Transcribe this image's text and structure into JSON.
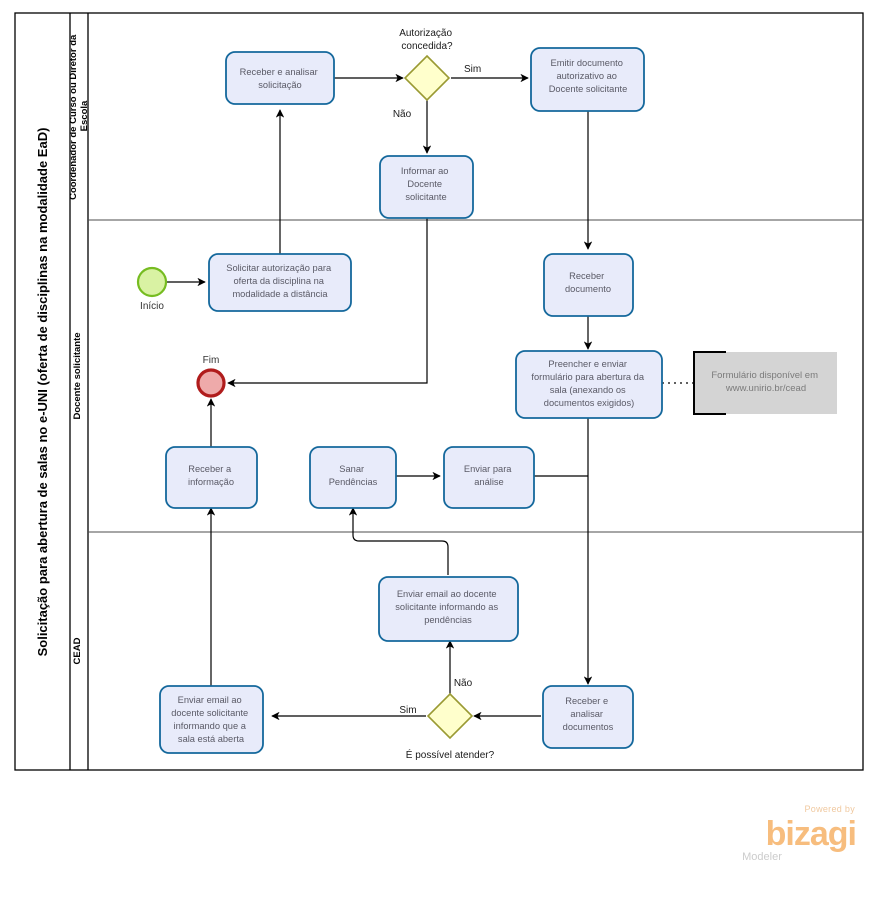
{
  "pool": {
    "title": "Solicitação para abertura de salas no e-UNI (oferta de disciplinas na modalidade EaD)",
    "lanes": [
      {
        "id": "coordenador",
        "label": "Coordenador de Curso ou Diretor da Escola"
      },
      {
        "id": "docente",
        "label": "Docente  solicitante"
      },
      {
        "id": "cead",
        "label": "CEAD"
      }
    ]
  },
  "events": [
    {
      "id": "start",
      "type": "start",
      "label": "Início"
    },
    {
      "id": "end",
      "type": "end",
      "label": "Fim"
    }
  ],
  "tasks": [
    {
      "id": "t-receber-analisar-solicitacao",
      "lane": "coordenador",
      "lines": [
        "Receber  e analisar",
        "solicitação"
      ]
    },
    {
      "id": "t-emitir-documento",
      "lane": "coordenador",
      "lines": [
        "Emitir documento",
        "autorizativo ao",
        "Docente solicitante"
      ]
    },
    {
      "id": "t-informar-docente",
      "lane": "coordenador",
      "lines": [
        "Informar ao",
        "Docente",
        "solicitante"
      ]
    },
    {
      "id": "t-solicitar-autorizacao",
      "lane": "docente",
      "lines": [
        "Solicitar autorização para",
        "oferta da disciplina na",
        "modalidade a distância"
      ]
    },
    {
      "id": "t-receber-documento",
      "lane": "docente",
      "lines": [
        "Receber",
        "documento"
      ]
    },
    {
      "id": "t-preencher-enviar-formulario",
      "lane": "docente",
      "lines": [
        "Preencher e enviar",
        "formulário para abertura da",
        "sala (anexando os",
        "documentos exigidos)"
      ]
    },
    {
      "id": "t-receber-informacao",
      "lane": "docente",
      "lines": [
        "Receber a",
        "informação"
      ]
    },
    {
      "id": "t-sanar-pendencias",
      "lane": "docente",
      "lines": [
        "Sanar",
        "Pendências"
      ]
    },
    {
      "id": "t-enviar-para-analise",
      "lane": "docente",
      "lines": [
        "Enviar para",
        "análise"
      ]
    },
    {
      "id": "t-enviar-email-pendencias",
      "lane": "cead",
      "lines": [
        "Enviar email ao docente",
        "solicitante informando as",
        "pendências"
      ]
    },
    {
      "id": "t-enviar-email-sala-aberta",
      "lane": "cead",
      "lines": [
        "Enviar email ao",
        "docente solicitante",
        "informando que a",
        "sala está aberta"
      ]
    },
    {
      "id": "t-receber-analisar-documentos",
      "lane": "cead",
      "lines": [
        "Receber e",
        "analisar",
        "documentos"
      ]
    }
  ],
  "gateways": [
    {
      "id": "gw-autorizacao",
      "lane": "coordenador",
      "question_lines": [
        "Autorização",
        "concedida?"
      ],
      "yes": "Sim",
      "no": "Não"
    },
    {
      "id": "gw-atender",
      "lane": "cead",
      "question_lines": [
        "É possível atender?"
      ],
      "yes": "Sim",
      "no": "Não"
    }
  ],
  "annotations": [
    {
      "id": "anno-formulario",
      "lines": [
        "Formulário disponível em",
        "www.unirio.br/cead"
      ]
    }
  ],
  "flow_labels": {
    "autorizacao_sim": "Sim",
    "autorizacao_nao": "Não",
    "atender_sim": "Sim",
    "atender_nao": "Não"
  },
  "branding": {
    "powered_by": "Powered by",
    "name": "bizagi",
    "product": "Modeler"
  },
  "colors": {
    "task_fill": "#e8ebfa",
    "task_stroke": "#14689c",
    "gateway_fill": "#ffffcc",
    "gateway_stroke": "#9a9a33",
    "start_fill": "#d9f2a3",
    "start_stroke": "#76bc21",
    "end_fill": "#eeaaaa",
    "end_stroke": "#b01c1c",
    "annotation_fill": "#d4d4d4",
    "brand": "#f7bd7e"
  }
}
